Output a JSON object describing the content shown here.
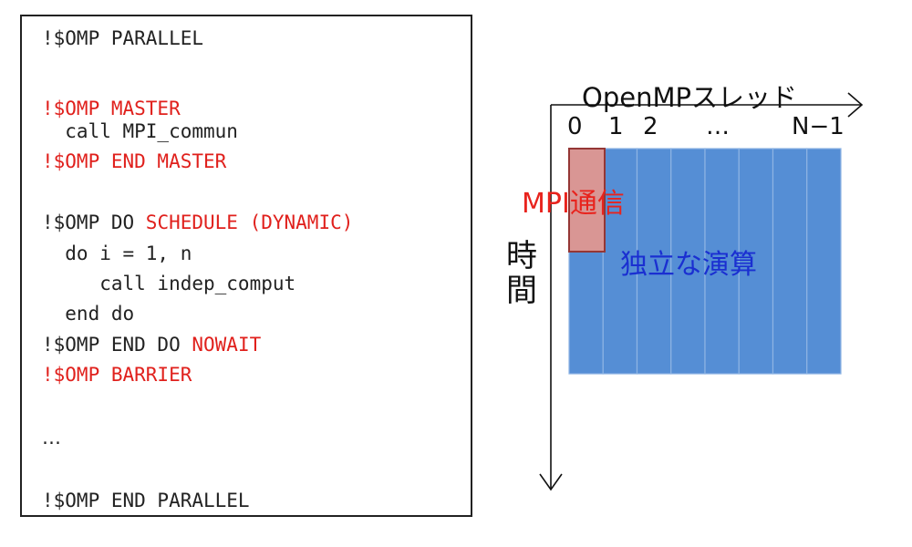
{
  "code": {
    "lines": [
      [
        {
          "t": "!$OMP PARALLEL",
          "c": "normal"
        }
      ],
      [
        {
          "t": "!$OMP MASTER",
          "c": "red"
        }
      ],
      [
        {
          "t": "  call MPI_commun",
          "c": "normal"
        }
      ],
      [
        {
          "t": "!$OMP END MASTER",
          "c": "red"
        }
      ],
      [
        {
          "t": "!$OMP DO ",
          "c": "normal"
        },
        {
          "t": "SCHEDULE (DYNAMIC)",
          "c": "red"
        }
      ],
      [
        {
          "t": "  do i = 1, n",
          "c": "normal"
        }
      ],
      [
        {
          "t": "     call indep_comput",
          "c": "normal"
        }
      ],
      [
        {
          "t": "  end do",
          "c": "normal"
        }
      ],
      [
        {
          "t": "!$OMP END DO ",
          "c": "normal"
        },
        {
          "t": "NOWAIT",
          "c": "red"
        }
      ],
      [
        {
          "t": "!$OMP BARRIER",
          "c": "red"
        }
      ],
      [
        {
          "t": "…",
          "c": "ellipsis"
        }
      ],
      [
        {
          "t": "!$OMP END PARALLEL",
          "c": "normal"
        }
      ]
    ]
  },
  "diagram": {
    "x_axis_label": "OpenMPスレッド",
    "thread_labels": [
      "0",
      "1",
      "2",
      "…",
      "N−1"
    ],
    "time_axis_label": "時間",
    "mpi_label": "MPI通信",
    "compute_label": "独立な演算",
    "thread_columns": 8,
    "colors": {
      "compute_fill": "#558ed5",
      "compute_border": "#8eb4e3",
      "mpi_fill": "#d99694",
      "mpi_border": "#953735",
      "mpi_text": "#e8231d",
      "compute_text": "#1a2fd1",
      "code_keyword": "#e0201c"
    }
  }
}
